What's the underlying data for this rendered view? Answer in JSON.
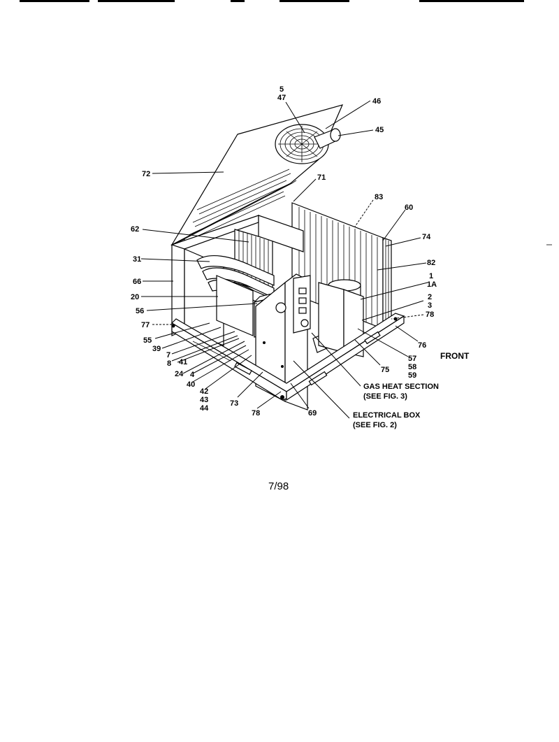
{
  "header": {
    "left": "",
    "center": "",
    "right": ""
  },
  "labels": {
    "l5": "5",
    "l47": "47",
    "l46": "46",
    "l45": "45",
    "l72": "72",
    "l71": "71",
    "l83": "83",
    "l60": "60",
    "l62": "62",
    "l74": "74",
    "l31": "31",
    "l82": "82",
    "l66": "66",
    "l1": "1",
    "l1A": "1A",
    "l20": "20",
    "l2": "2",
    "l3": "3",
    "l56": "56",
    "l78a": "78",
    "l77": "77",
    "l76": "76",
    "l55": "55",
    "l39": "39",
    "l7": "7",
    "l8": "8",
    "l41": "41",
    "l24": "24",
    "l57": "57",
    "l58": "58",
    "l59": "59",
    "l75": "75",
    "l4": "4",
    "l40": "40",
    "l42": "42",
    "l43": "43",
    "l44": "44",
    "l73": "73",
    "l78b": "78",
    "l69": "69"
  },
  "notes": {
    "gas_heat_1": "GAS HEAT SECTION",
    "gas_heat_2": "(SEE FIG. 3)",
    "elec_box_1": "ELECTRICAL BOX",
    "elec_box_2": "(SEE FIG. 2)",
    "front": "FRONT"
  },
  "footer": {
    "date": "7/98"
  }
}
